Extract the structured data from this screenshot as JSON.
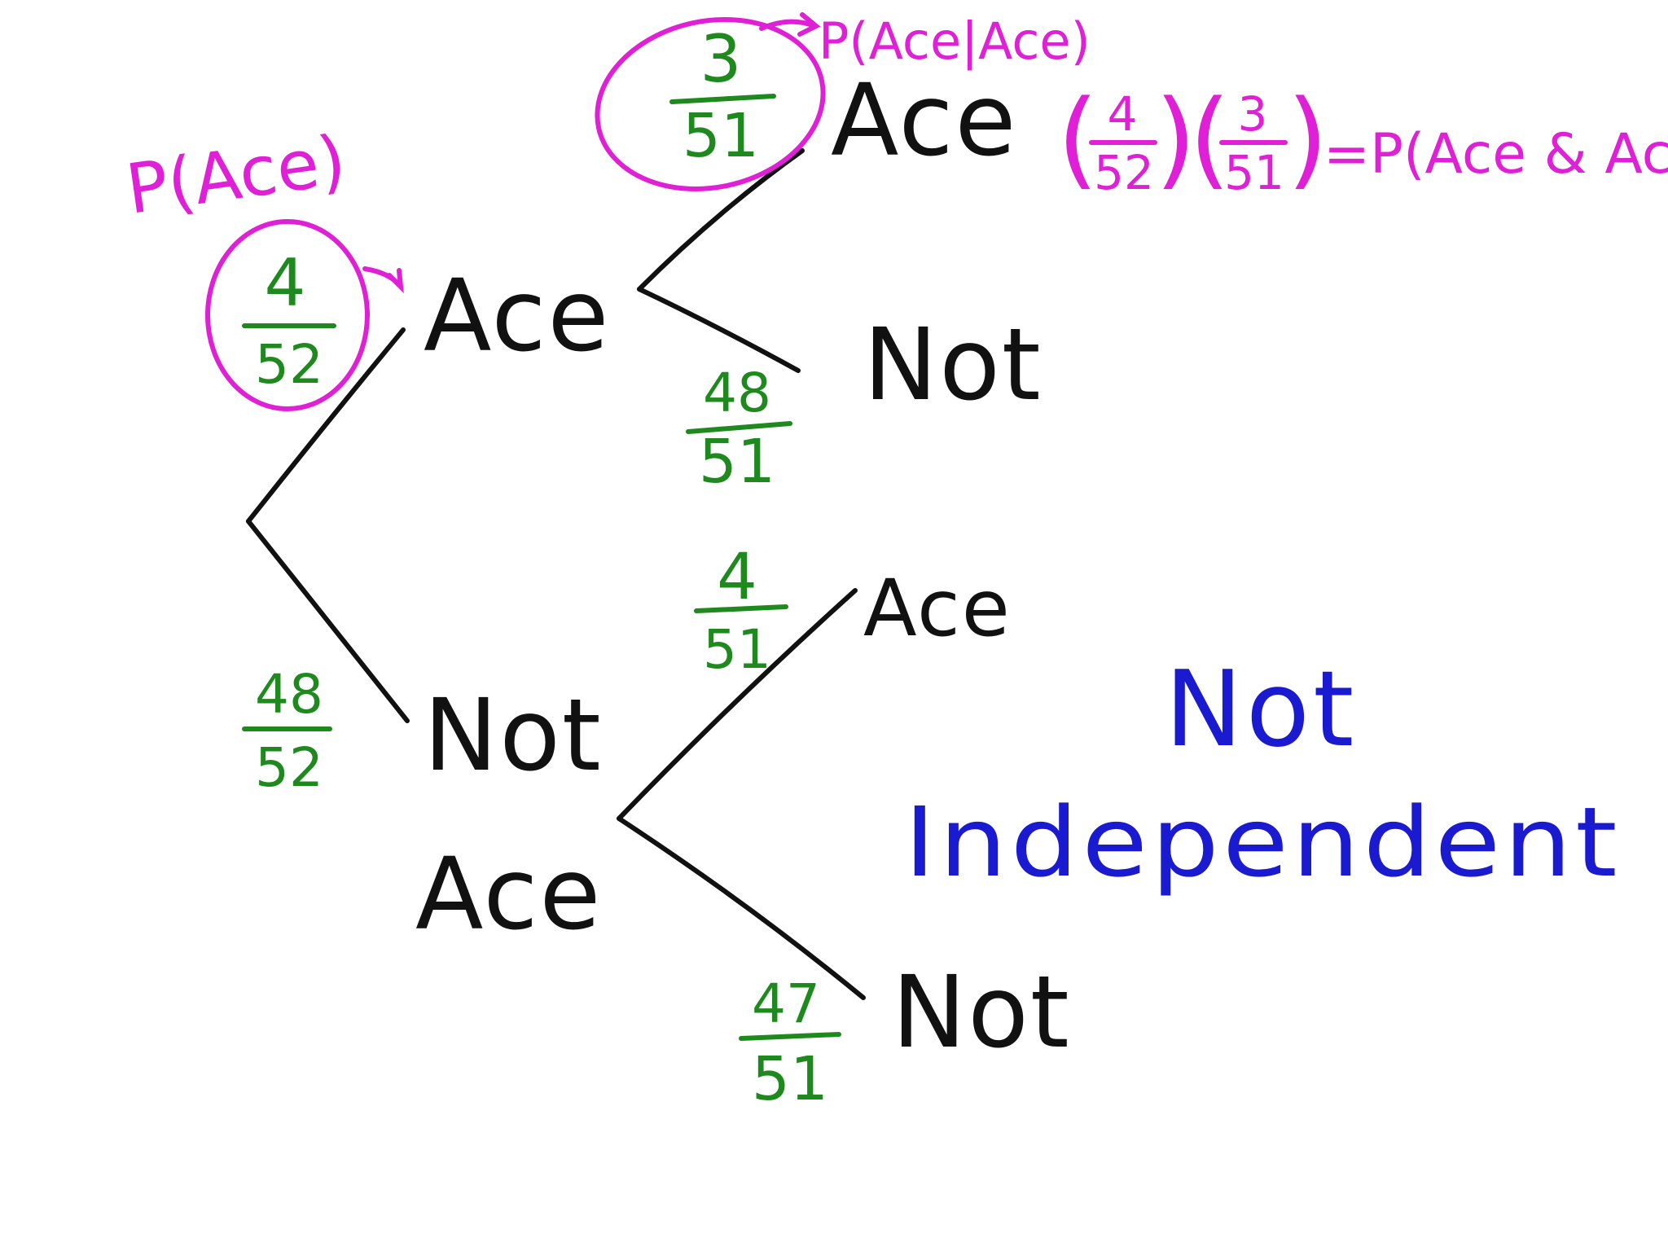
{
  "colors": {
    "ink": "#111111",
    "probability": "#1e8a1e",
    "annotation": "#e020d6",
    "conclusion": "#1a1ad0",
    "background": "#ffffff"
  },
  "tree": {
    "first_draw": {
      "ace": {
        "label": "Ace",
        "prob_num": "4",
        "prob_den": "52"
      },
      "not_ace": {
        "label_line1": "Not",
        "label_line2": "Ace",
        "prob_num": "48",
        "prob_den": "52"
      }
    },
    "second_after_ace": {
      "ace": {
        "label": "Ace",
        "prob_num": "3",
        "prob_den": "51"
      },
      "not": {
        "label": "Not",
        "prob_num": "48",
        "prob_den": "51"
      }
    },
    "second_after_not_ace": {
      "ace": {
        "label": "Ace",
        "prob_num": "4",
        "prob_den": "51"
      },
      "not": {
        "label": "Not",
        "prob_num": "47",
        "prob_den": "51"
      }
    }
  },
  "annotations": {
    "p_ace": "P(Ace)",
    "p_ace_given_ace": "P(Ace|Ace)",
    "product": {
      "f1_num": "4",
      "f1_den": "52",
      "f2_num": "3",
      "f2_den": "51",
      "result": "=P(Ace & Ace)"
    }
  },
  "conclusion": {
    "line1": "Not",
    "line2": "Independent"
  }
}
